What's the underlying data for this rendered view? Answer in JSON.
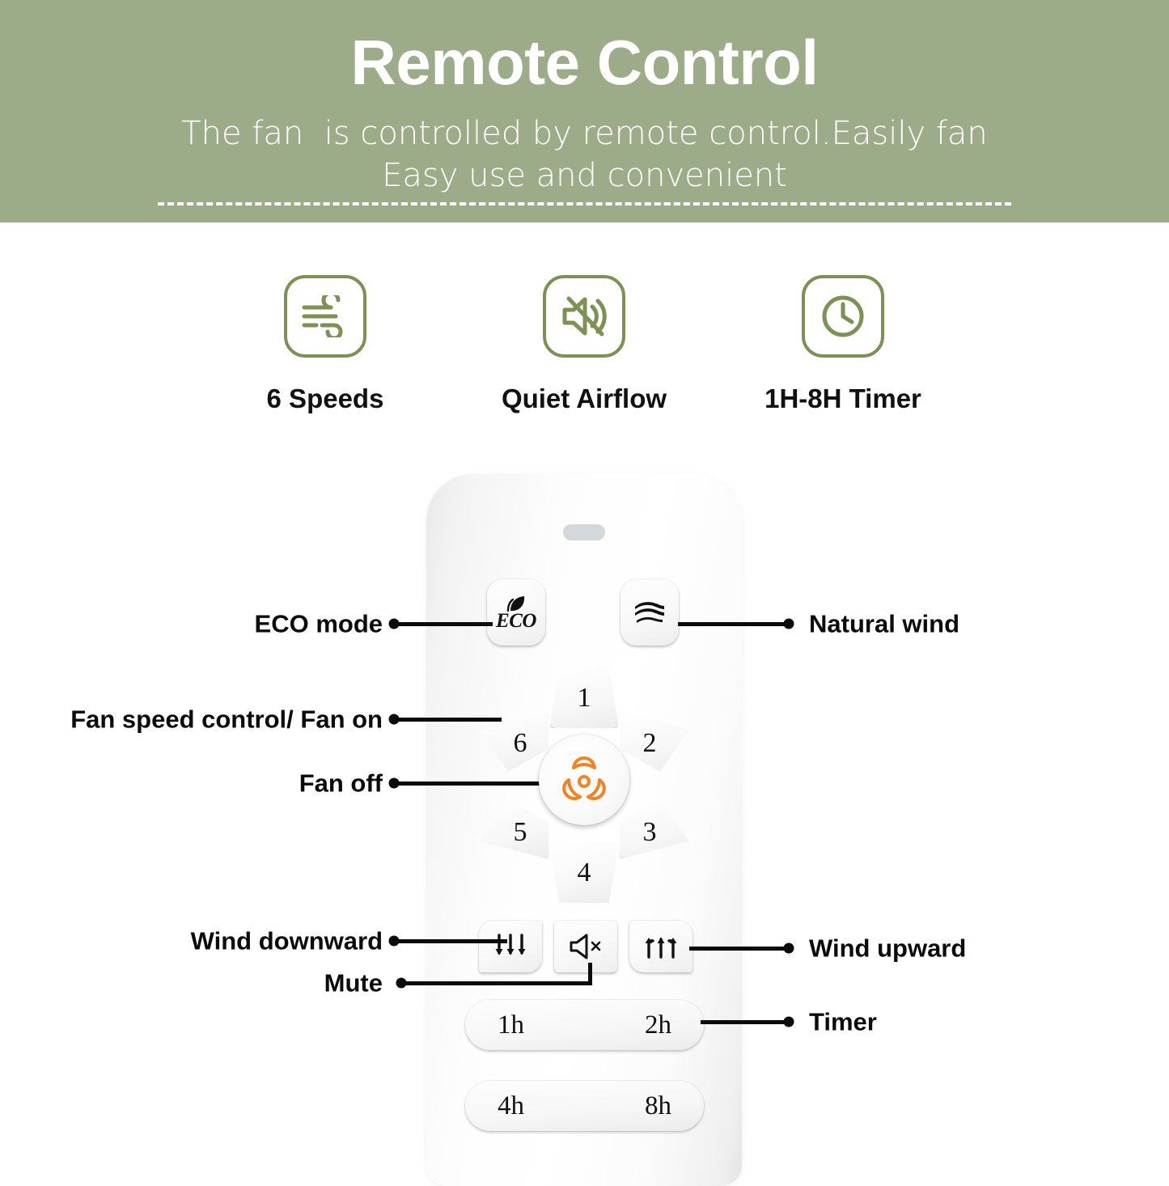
{
  "header": {
    "title": "Remote Control",
    "subtitle_line1": "The fan  is controlled by remote control.Easily fan",
    "subtitle_line2": "Easy use and convenient",
    "background_color": "#9DAC88",
    "text_color": "#FFFFFF"
  },
  "features": [
    {
      "icon": "wind-icon",
      "label": "6 Speeds"
    },
    {
      "icon": "speaker-mute-icon",
      "label": "Quiet Airflow"
    },
    {
      "icon": "clock-icon",
      "label": "1H-8H Timer"
    }
  ],
  "feature_accent_color": "#7C9153",
  "remote": {
    "ir_window": "ir-window",
    "mode_buttons": [
      {
        "name": "eco-button",
        "label": "ECO",
        "icon": "leaf-icon"
      },
      {
        "name": "natural-wind-button",
        "label": "",
        "icon": "wavy-lines-icon"
      }
    ],
    "speed_buttons": [
      "1",
      "2",
      "3",
      "4",
      "5",
      "6"
    ],
    "power_button": {
      "name": "fan-off-button",
      "icon": "fan-blade-icon",
      "color": "#F58220"
    },
    "direction_buttons": [
      {
        "name": "wind-downward-button",
        "icon": "arrows-down-icon"
      },
      {
        "name": "mute-button",
        "icon": "speaker-mute-icon"
      },
      {
        "name": "wind-upward-button",
        "icon": "arrows-up-icon"
      }
    ],
    "timer_rows": [
      {
        "left": "1h",
        "right": "2h"
      },
      {
        "left": "4h",
        "right": "8h"
      }
    ]
  },
  "callouts": {
    "eco_mode": "ECO mode",
    "natural_wind": "Natural wind",
    "fan_speed_control": "Fan speed control/ Fan on",
    "fan_off": "Fan off",
    "wind_downward": "Wind downward",
    "mute": "Mute",
    "wind_upward": "Wind upward",
    "timer": "Timer"
  }
}
